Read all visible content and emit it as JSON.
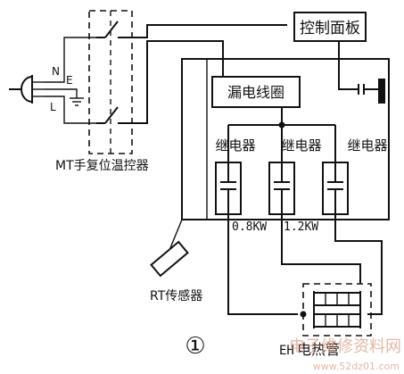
{
  "labels": {
    "control_panel": "控制面板",
    "leakage_coil": "漏电线圈",
    "relay_1": "继电器",
    "relay_2": "继电器",
    "relay_3": "继电器",
    "power_n": "N",
    "power_e": "E",
    "power_l": "L",
    "thermostat": "MT手复位温控器",
    "power_0_8": "0.8KW",
    "power_1_2": "1.2KW",
    "sensor": "RT传感器",
    "heater_prefix": "EH",
    "heater": "电热管",
    "figure_number": "①"
  },
  "watermark": {
    "text": "电子维修资料网",
    "url": "www.52dz01.com"
  }
}
